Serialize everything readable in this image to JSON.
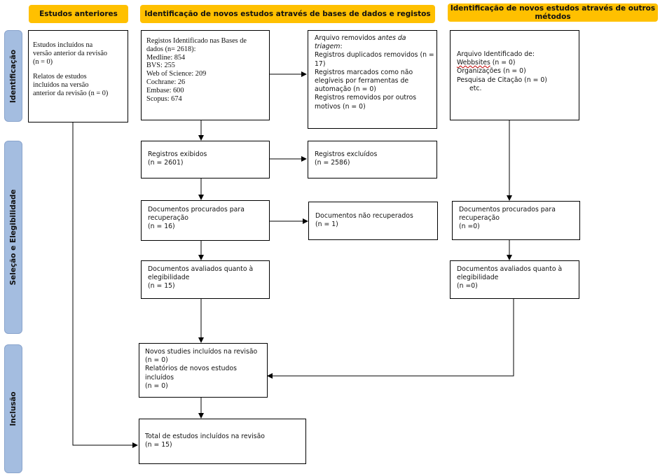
{
  "headers": {
    "previous": "Estudos anteriores",
    "databases": "Identificação de novos estudos através de bases de dados e registos",
    "other": "Identificação de novos estudos através de outros métodos"
  },
  "phases": {
    "identification": "Identificação",
    "screening": "Seleção e Elegibilidade",
    "included": "Inclusão"
  },
  "previous_box": {
    "l1": "Estudos incluídos na",
    "l2": "versão anterior da revisão",
    "l3": "(n = 0)",
    "l4": "Relatos de estudos",
    "l5": "incluídos na versão",
    "l6": "anterior da revisão (n = 0)"
  },
  "identified_box": {
    "l1": "Registos Identificado nas Bases de",
    "l2": "dados (n= 2618):",
    "l3": "Medline: 854",
    "l4": "BVS: 255",
    "l5": "Web of Science: 209",
    "l6": "Cochrane: 26",
    "l7": "Embase: 600",
    "l8": "Scopus: 674"
  },
  "removed_box": {
    "l1a": "Arquivo removidos ",
    "l1b": "antes da",
    "l2": "triagem",
    "l2b": ":",
    "l3": "Registros duplicados removidos (n =",
    "l4": "17)",
    "l5": "Registros marcados como não",
    "l6": "elegíveis por ferramentas de",
    "l7": "automação  (n = 0)",
    "l8": "Registros removidos por outros",
    "l9": "motivos (n = 0)"
  },
  "other_identified_box": {
    "l1": "Arquivo Identificado de:",
    "l2a": "Webbsites",
    "l2b": " (n = 0)",
    "l3": "Organizações (n = 0)",
    "l4": "Pesquisa de Citação (n = 0)",
    "l5": "etc."
  },
  "screened_box": {
    "l1": "Registros exibidos",
    "l2": "(n = 2601)"
  },
  "excluded_box": {
    "l1": "Registros excluídos",
    "l2": "(n = 2586)"
  },
  "sought_box": {
    "l1": "Documentos procurados para",
    "l2": "recuperação",
    "l3": "(n = 16)"
  },
  "not_retrieved_box": {
    "l1": "Documentos não recuperados",
    "l2": "(n = 1)"
  },
  "other_sought_box": {
    "l1": "Documentos procurados para",
    "l2": "recuperação",
    "l3": "(n =0)"
  },
  "assessed_box": {
    "l1": "Documentos avaliados quanto à",
    "l2": "elegibilidade",
    "l3": "(n = 15)"
  },
  "other_assessed_box": {
    "l1": "Documentos avaliados quanto à",
    "l2": "elegibilidade",
    "l3": "(n =0)"
  },
  "new_included_box": {
    "l1": "Novos studies incluídos na revisão",
    "l2": "(n = 0)",
    "l3": "Relatórios de novos estudos",
    "l4": "incluídos",
    "l5": "(n = 0)"
  },
  "total_box": {
    "l1": "Total de estudos incluídos na revisão",
    "l2": "(n = 15)"
  }
}
